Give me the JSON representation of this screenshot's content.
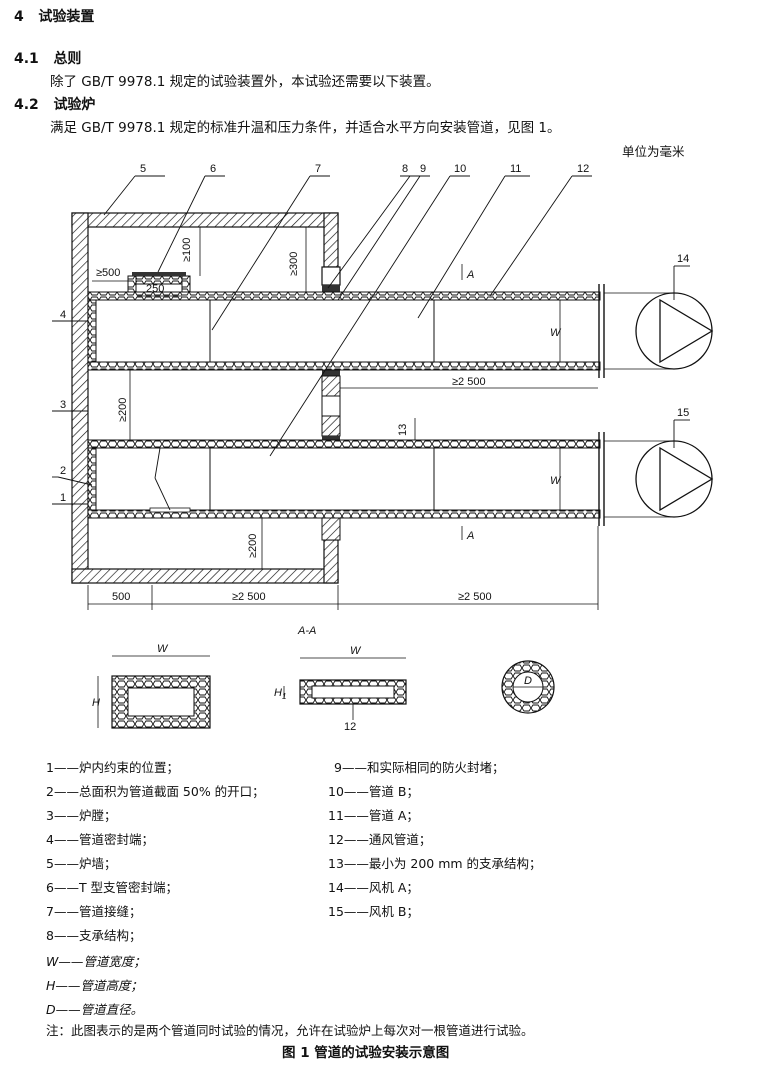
{
  "sections": {
    "s4": {
      "num": "4",
      "title": "试验装置"
    },
    "s41": {
      "num": "4.1",
      "title": "总则"
    },
    "s41_body": "除了 GB/T 9978.1 规定的试验装置外，本试验还需要以下装置。",
    "s42": {
      "num": "4.2",
      "title": "试验炉"
    },
    "s42_body": "满足 GB/T 9978.1 规定的标准升温和压力条件，并适合水平方向安装管道，见图 1。"
  },
  "figure": {
    "unit_note": "单位为毫米",
    "callouts": [
      "1",
      "2",
      "3",
      "4",
      "5",
      "6",
      "7",
      "8",
      "9",
      "10",
      "11",
      "12",
      "13",
      "14",
      "15"
    ],
    "dims": {
      "d500_top": "≥500",
      "d250": "250",
      "d100": "≥100",
      "d300": "≥300",
      "d200_left": "≥200",
      "d2500_mid": "≥2 500",
      "d13": "13",
      "d200_bot": "≥200",
      "d500_bot": "500",
      "d2500_bot1": "≥2 500",
      "d2500_bot2": "≥2 500",
      "W1": "W",
      "W2": "W",
      "A_top": "A",
      "A_bot": "A",
      "section": "A-A",
      "sec_W1": "W",
      "sec_H": "H",
      "sec_W2": "W",
      "sec_H1": "H",
      "sec_H1_sub": "1",
      "sec_12": "12",
      "sec_D": "D"
    },
    "caption": "图 1  管道的试验安装示意图"
  },
  "legend_left": [
    "1——炉内约束的位置；",
    "2——总面积为管道截面 50% 的开口；",
    "3——炉膛；",
    "4——管道密封端；",
    "5——炉墙；",
    "6——T 型支管密封端；",
    "7——管道接缝；",
    "8——支承结构；"
  ],
  "legend_right": [
    "9——和实际相同的防火封堵；",
    "10——管道 B；",
    "11——管道 A；",
    "12——通风管道；",
    "13——最小为 200 mm 的支承结构；",
    "14——风机 A；",
    "15——风机 B；"
  ],
  "symbols": [
    "W——管道宽度；",
    "H——管道高度；",
    "D——管道直径。"
  ],
  "note": "注：此图表示的是两个管道同时试验的情况，允许在试验炉上每次对一根管道进行试验。"
}
